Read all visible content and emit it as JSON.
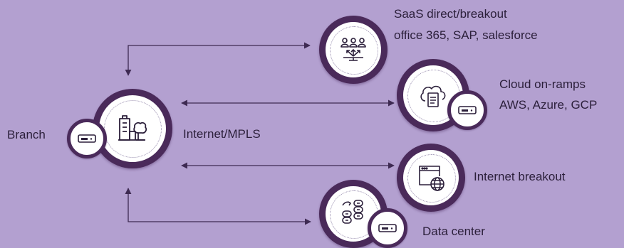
{
  "labels": {
    "saas_line1": "SaaS direct/breakout",
    "saas_line2": "office 365, SAP, salesforce",
    "cloud_line1": "Cloud on-ramps",
    "cloud_line2": "AWS, Azure, GCP",
    "branch": "Branch",
    "transport": "Internet/MPLS",
    "internet_breakout": "Internet breakout",
    "data_center": "Data center"
  },
  "icons": {
    "branch": "building-tree-icon",
    "saas": "people-network-icon",
    "cloud": "cloud-document-icon",
    "internet": "browser-globe-icon",
    "datacenter": "server-stack-icon",
    "device": "router-device-icon"
  },
  "colors": {
    "background": "#b3a0d0",
    "ring": "#4a2a5a",
    "connector": "#3e2a52",
    "text": "#2b1f3a"
  }
}
